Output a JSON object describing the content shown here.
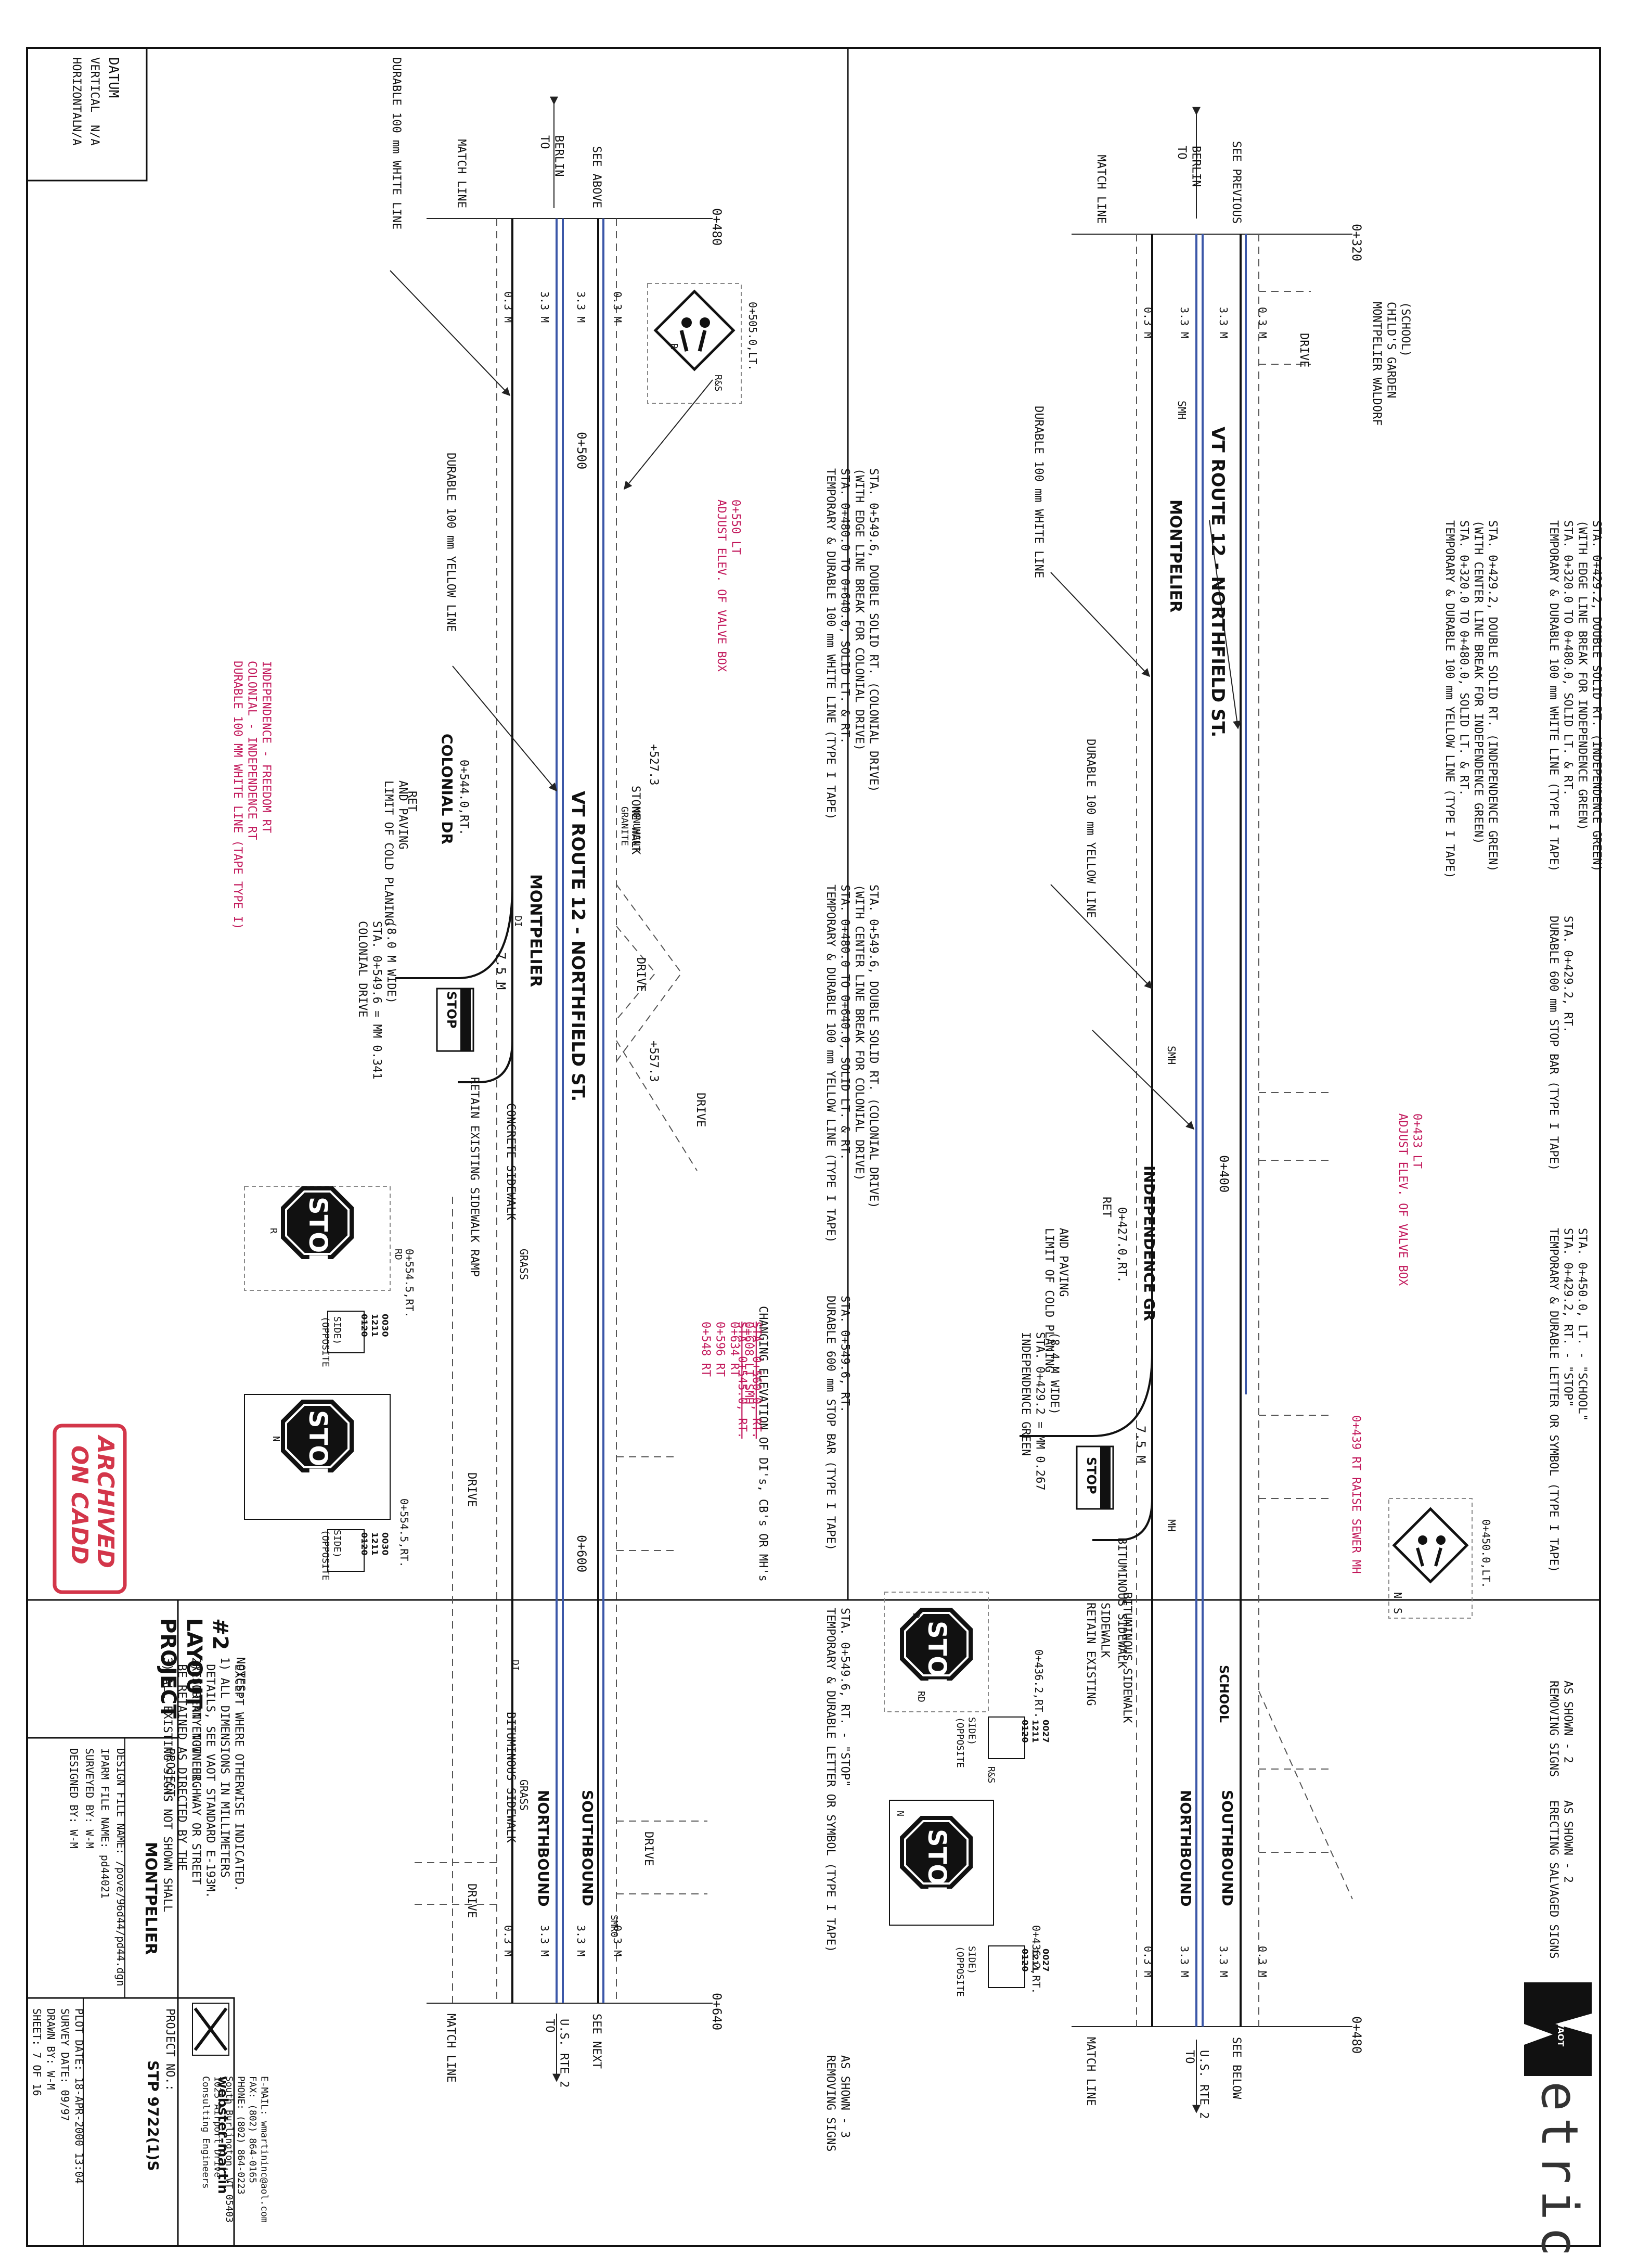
{
  "brand": {
    "logo_text": "etric",
    "logo_tag": "VAOT"
  },
  "colors": {
    "ink": "#111111",
    "magenta": "#c2185b",
    "stamp_red": "#d3364a",
    "road_blue": "#3b57a8",
    "stop_red": "#ffffff"
  },
  "datum": {
    "title": "DATUM",
    "vertical_label": "VERTICAL",
    "vertical_value": "N/A",
    "horizontal_label": "HORIZONTAL",
    "horizontal_value": "N/A"
  },
  "upper": {
    "to_north": "TO\nBERLIN",
    "to_south": "TO\nU.S. RTE 2",
    "sta_start": "0+320",
    "sta_end": "0+480",
    "match_line": "MATCH LINE",
    "see_previous": "SEE PREVIOUS",
    "see_below": "SEE BELOW",
    "road_name": "VT ROUTE 12 - NORTHFIELD ST.",
    "town": "MONTPELIER",
    "school_name": "MONTPELIER WALDORF\nCHILD'S GARDEN\n(SCHOOL)",
    "side_road": "INDEPENDENCE GR",
    "side_road_sta": "0+427.0,RT.",
    "side_road_ret": "RET",
    "side_road_width": "INDEPENDENCE GREEN\nSTA. 0+429.2 = MM 0.267\n(8.4 M WIDE)",
    "cold_planing": "LIMIT OF COLD PLANING\nAND PAVING",
    "widths": [
      "0.3 M",
      "3.3 M",
      "3.3 M",
      "0.3 M"
    ],
    "drive": "DRIVE",
    "smh": "SMH",
    "mh": "MH",
    "sta_400": "0+400",
    "white_line_note": "DURABLE 100 mm WHITE LINE",
    "yellow_line_note": "DURABLE 100 mm YELLOW LINE",
    "note_white": "TEMPORARY & DURABLE 100 mm WHITE LINE (TYPE I TAPE)\nSTA. 0+320.0 TO 0+480.0, SOLID LT. & RT.\n(WITH EDGE LINE BREAK FOR INDEPENDENCE GREEN)\nSTA. 0+429.2, DOUBLE SOLID RT. (INDEPENDENCE GREEN)",
    "note_yellow": "TEMPORARY & DURABLE 100 mm YELLOW LINE (TYPE I TAPE)\nSTA. 0+320.0 TO 0+480.0, SOLID LT. & RT.\n(WITH CENTER LINE BREAK FOR INDEPENDENCE GREEN)\nSTA. 0+429.2, DOUBLE SOLID RT. (INDEPENDENCE GREEN)",
    "note_stopbar": "DURABLE 600 mm STOP BAR (TYPE I TAPE)\nSTA. 0+429.2, RT.",
    "note_letter": "TEMPORARY & DURABLE LETTER OR SYMBOL (TYPE I TAPE)\nSTA. 0+429.2, RT. - \"STOP\"\nSTA. 0+450.0, LT. - \"SCHOOL\"",
    "adjust_valve": "ADJUST ELEV. OF VALVE BOX\n0+433 LT",
    "raise_mh": "0+439 RT RAISE SEWER MH",
    "removing_signs": "REMOVING SIGNS\nAS SHOWN - 2",
    "erecting_signs": "ERECTING SALVAGED SIGNS\nAS SHOWN - 2",
    "bit_sidewalk": "BITUMINOUS SIDEWALK",
    "retain_sidewalk": "RETAIN EXISTING\nSIDEWALK",
    "southbound": "SOUTHBOUND",
    "northbound": "NORTHBOUND",
    "school_word": "SCHOOL",
    "stop_word": "STOP",
    "stop_bar_dim": "7.5 M",
    "sign_sta_1": "0+436.2,RT.",
    "sign_sta_2": "0+436.2,RT.",
    "sign_sta_school": "0+450.0,LT.",
    "sign_code": "0120\n1211\n0027",
    "opposite_side": "(OPPOSITE\nSIDE)",
    "letters": [
      "R",
      "RD",
      "R&S",
      "N",
      "S"
    ]
  },
  "lower": {
    "to_north": "TO\nBERLIN",
    "to_south": "TO\nU.S. RTE 2",
    "sta_start": "0+480",
    "sta_end": "0+640",
    "match_line": "MATCH LINE",
    "see_above": "SEE ABOVE",
    "see_next": "SEE NEXT",
    "road_name": "VT ROUTE 12 - NORTHFIELD ST.",
    "town": "MONTPELIER",
    "side_road": "COLONIAL DR",
    "side_road_sta": "0+544.0,RT.",
    "side_road_ret": "RET",
    "side_road_width": "COLONIAL DRIVE\nSTA. 0+549.6 = MM 0.341\n(8.0 M WIDE)",
    "cold_planing": "LIMIT OF COLD PLANING\nAND PAVING",
    "widths": [
      "0.3 M",
      "3.3 M",
      "3.3 M",
      "0.3 M"
    ],
    "drive": "DRIVE",
    "sta_500": "0+500",
    "sta_600": "0+600",
    "sta_527": "+527.3",
    "sta_557": "+557.3",
    "stone_walk": "STONE WALK",
    "granite": "GRANITE\nMONUMENT",
    "white_line_note": "DURABLE 100 mm WHITE LINE",
    "yellow_line_note": "DURABLE 100 mm YELLOW LINE",
    "note_white": "TEMPORARY & DURABLE 100 mm WHITE LINE (TYPE I TAPE)\nSTA. 0+480.0 TO 0+640.0, SOLID LT. & RT.\n(WITH EDGE LINE BREAK FOR COLONIAL DRIVE)\nSTA. 0+549.6, DOUBLE SOLID RT. (COLONIAL DRIVE)",
    "note_yellow": "TEMPORARY & DURABLE 100 mm YELLOW LINE (TYPE I TAPE)\nSTA. 0+480.0 TO 0+640.0, SOLID LT. & RT.\n(WITH CENTER LINE BREAK FOR COLONIAL DRIVE)\nSTA. 0+549.6, DOUBLE SOLID RT. (COLONIAL DRIVE)",
    "note_stopbar": "DURABLE 600 mm STOP BAR (TYPE I TAPE)\nSTA. 0+549.6, RT.",
    "note_letter": "TEMPORARY & DURABLE LETTER OR SYMBOL (TYPE I TAPE)\nSTA. 0+549.6, RT. - \"STOP\"",
    "adjust_valve": "ADJUST ELEV. OF VALVE BOX\n0+550 LT",
    "mh_change_title": "CHANGING ELEVATION OF DI's, CB's OR MH's",
    "mh_change_struck": "STA. 0+545.0, RT.\nSTA. 0+560.0, RT.",
    "mh_change_items": "0+548 RT\n0+596 RT\n0+634 RT\n0+608 LT SMH",
    "white_tape_magenta": "DURABLE 100 MM WHITE LINE (TAPE TYPE I)\nCOLONIAL - INDEPENDENCE RT\nINDEPENDENCE - FREEDOM RT",
    "removing_signs": "REMOVING SIGNS\nAS SHOWN - 3",
    "concrete_sidewalk": "CONCRETE SIDEWALK",
    "bit_sidewalk": "BITUMINOUS SIDEWALK",
    "retain_ramp": "RETAIN EXISTING SIDEWALK RAMP",
    "grass": "GRASS",
    "southbound": "SOUTHBOUND",
    "northbound": "NORTHBOUND",
    "stop_word": "STOP",
    "stop_bar_dim": "7.5 M",
    "sign_sta_1": "0+554.5,RT.",
    "sign_sta_2": "0+554.5,RT.",
    "sign_sta_ped": "0+505.0,LT.",
    "sign_code": "0120\n1211\n0030",
    "opposite_side": "(OPPOSITE\nSIDE)",
    "letters": [
      "R",
      "RD",
      "R&S",
      "N"
    ],
    "smro": "SMRO",
    "di": "DI"
  },
  "notes": {
    "title": "NOTES:",
    "items": [
      "1) ALL DIMENSIONS IN MILLIMETERS\n    EXCEPT WHERE OTHERWISE INDICATED.",
      "2) FOR ANY TOWN HIGHWAY OR STREET\n    DETAILS, SEE VAOT STANDARD E-193M.",
      "3) ALL EXISTING SIGNS NOT SHOWN SHALL\n    BE RETAINED AS DIRECTED BY THE\n    RESIDENT ENGINEER."
    ]
  },
  "stamp": {
    "line1": "ARCHIVED",
    "line2": "ON CADD"
  },
  "title_block": {
    "sheet_title": "PROJECT\nLAYOUT\n#2",
    "project_label": "PROJECT:",
    "project_name": "MONTPELIER",
    "design_file": "DESIGN FILE NAME: /pove/96d44/pd44.dgn",
    "iparm_file": "IPARM FILE NAME: pd44021",
    "surveyed_by": "SURVEYED BY: W-M",
    "designed_by": "DESIGNED BY: W-M",
    "firm_name": "webster-martin",
    "firm_lines": "Consulting Engineers\n1025 Airport Drive\nSouth Burlington, VT 05403\nPHONE: (802) 864-0223\nFAX: (802) 864-0165\nE-MAIL: wmartininc@aol.com",
    "project_no_label": "PROJECT NO.:",
    "project_no": "STP 9722(1)S",
    "plot_date": "PLOT DATE: 18-APR-2000 13:04",
    "survey_date": "SURVEY DATE: 09/97",
    "drawn_by": "DRAWN BY: W-M",
    "sheet": "SHEET: 7 OF 16"
  }
}
